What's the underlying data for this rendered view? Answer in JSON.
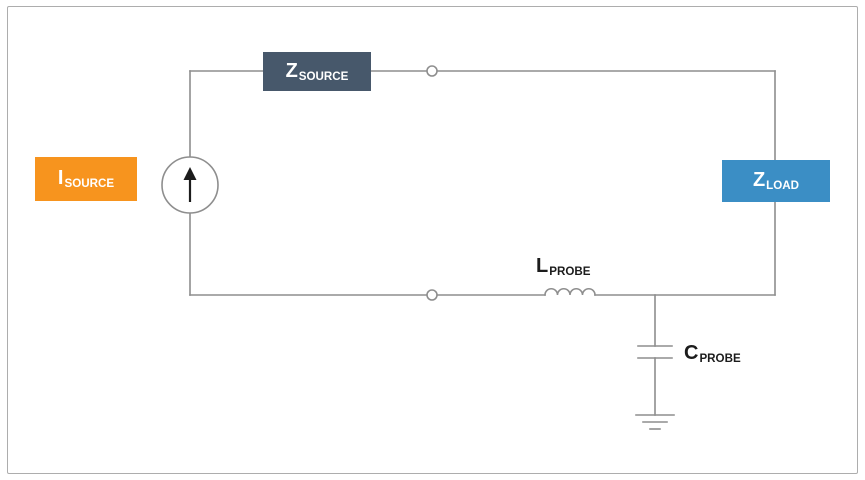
{
  "diagram": {
    "type": "circuit-schematic",
    "components": {
      "i_source": {
        "main": "I",
        "sub": "SOURCE"
      },
      "z_source": {
        "main": "Z",
        "sub": "SOURCE"
      },
      "z_load": {
        "main": "Z",
        "sub": "LOAD"
      },
      "l_probe": {
        "main": "L",
        "sub": "PROBE"
      },
      "c_probe": {
        "main": "C",
        "sub": "PROBE"
      }
    },
    "icons": {
      "current_source": "current-source-icon",
      "arrow": "current-arrow-icon",
      "inductor": "inductor-icon",
      "capacitor": "capacitor-icon",
      "ground": "ground-icon",
      "terminal_top": "terminal-node-icon",
      "terminal_bottom": "terminal-node-icon"
    },
    "colors": {
      "i_source_bg": "#F7941E",
      "z_source_bg": "#47586B",
      "z_load_bg": "#3B8EC5",
      "box_text": "#FFFFFF",
      "label_text": "#1C1C1C",
      "wire": "#8E8E8E",
      "arrow": "#1C1C1C",
      "frame_border": "#ADADAD",
      "background": "#FFFFFF"
    }
  }
}
